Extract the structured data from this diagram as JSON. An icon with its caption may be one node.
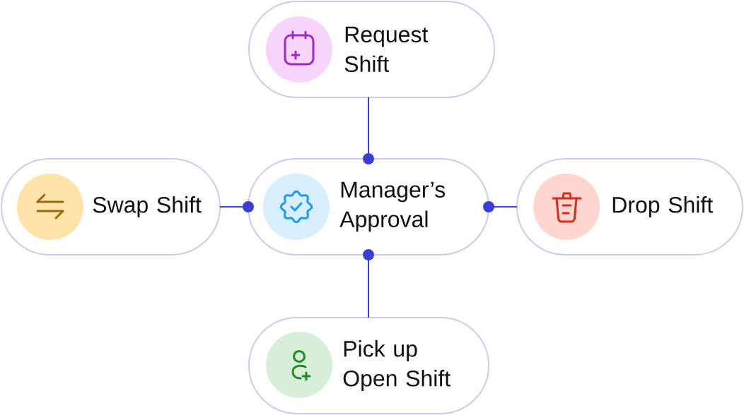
{
  "diagram": {
    "nodes": [
      {
        "text": [
          "Request Shift"
        ]
      },
      {
        "text": [
          "Swap Shift"
        ]
      },
      {
        "text": [
          "Manager’s Approval"
        ]
      },
      {
        "text": [
          "Drop Shift"
        ]
      },
      {
        "text": [
          "Pick up Open Shift"
        ]
      }
    ],
    "edges": [
      {
        "from": 0,
        "to": 2,
        "arrow": "other"
      },
      {
        "from": 1,
        "to": 2,
        "arrow": "other"
      },
      {
        "from": 3,
        "to": 2,
        "arrow": "other"
      },
      {
        "from": 4,
        "to": 2,
        "arrow": "other"
      }
    ]
  }
}
